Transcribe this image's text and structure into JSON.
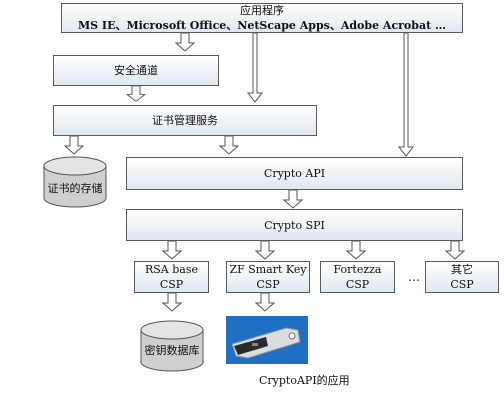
{
  "app_layer": {
    "title": "应用程序",
    "apps": "MS IE、Microsoft Office、NetScape Apps、Adobe Acrobat …"
  },
  "secure_channel": "安全通道",
  "cert_service": "证书管理服务",
  "cert_store": "证书的存储",
  "crypto_api": "Crypto API",
  "crypto_spi": "Crypto SPI",
  "csps": [
    {
      "name": "RSA base",
      "suffix": "CSP"
    },
    {
      "name": "ZF Smart Key",
      "suffix": "CSP"
    },
    {
      "name": "Fortezza",
      "suffix": "CSP"
    },
    {
      "name": "其它",
      "suffix": "CSP"
    }
  ],
  "ellipsis": "…",
  "key_db": "密钥数据库",
  "caption": "CryptoAPI的应用",
  "colors": {
    "box_fill_top": "#ffffff",
    "box_fill_bottom": "#dfe8ef",
    "border": "#5a5a5a",
    "usb_bg": "#1f6fc4"
  }
}
